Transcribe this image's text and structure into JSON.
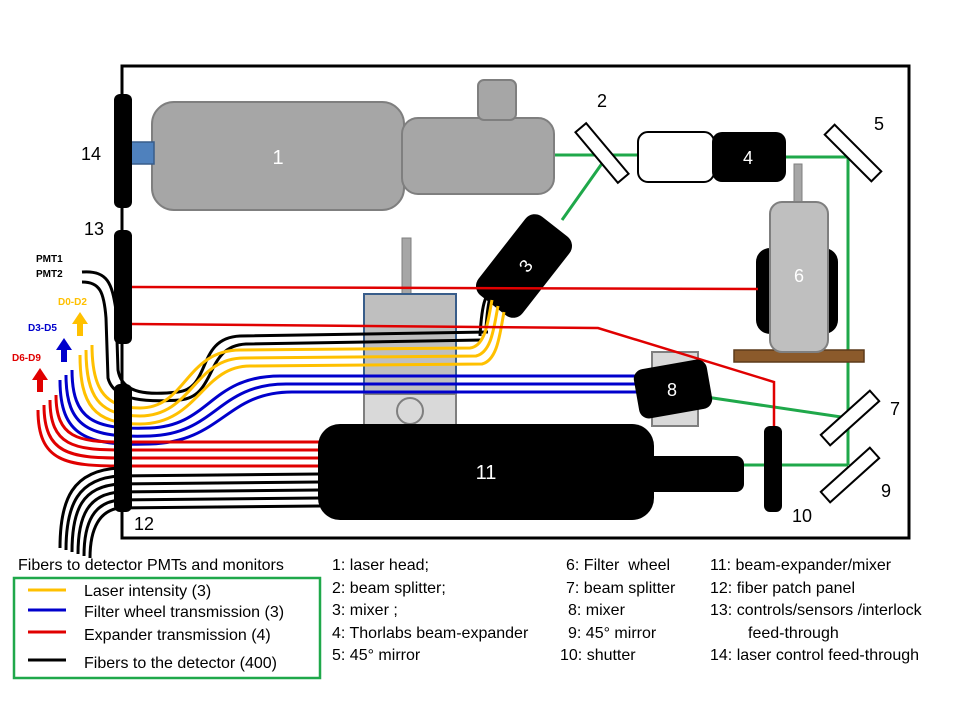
{
  "components": {
    "c1": "1",
    "c2": "2",
    "c3": "3",
    "c4": "4",
    "c5": "5",
    "c6": "6",
    "c7": "7",
    "c8": "8",
    "c9": "9",
    "c10": "10",
    "c11": "11",
    "c12": "12",
    "c13": "13",
    "c14": "14"
  },
  "side_labels": {
    "pmt1": "PMT1",
    "pmt2": "PMT2",
    "d0d2": "D0-D2",
    "d3d5": "D3-D5",
    "d6d9": "D6-D9"
  },
  "legend": {
    "title": "Fibers to detector PMTs and monitors",
    "items": [
      {
        "color": "#FFC000",
        "label": "Laser intensity (3)"
      },
      {
        "color": "#0000CC",
        "label": "Filter wheel transmission (3)"
      },
      {
        "color": "#E00000",
        "label": "Expander transmission (4)"
      },
      {
        "color": "#000000",
        "label": "Fibers to the detector (400)"
      }
    ]
  },
  "descriptions": {
    "col1": [
      "1: laser head;",
      "2: beam splitter;",
      "3: mixer ;",
      "4: Thorlabs beam-expander",
      "5: 45° mirror"
    ],
    "col2": [
      "6: Filter  wheel",
      "7: beam splitter",
      "8: mixer",
      "9: 45° mirror",
      "10: shutter"
    ],
    "col3": [
      "11: beam-expander/mixer",
      "12: fiber patch panel",
      "13: controls/sensors /interlock",
      "feed-through",
      "14: laser control feed-through"
    ]
  },
  "colors": {
    "yellow": "#FFC000",
    "blue": "#0000CC",
    "red": "#E00000",
    "black": "#000000",
    "green": "#1FA84A",
    "gray": "#A6A6A6",
    "legend_border": "#1FA84A"
  }
}
